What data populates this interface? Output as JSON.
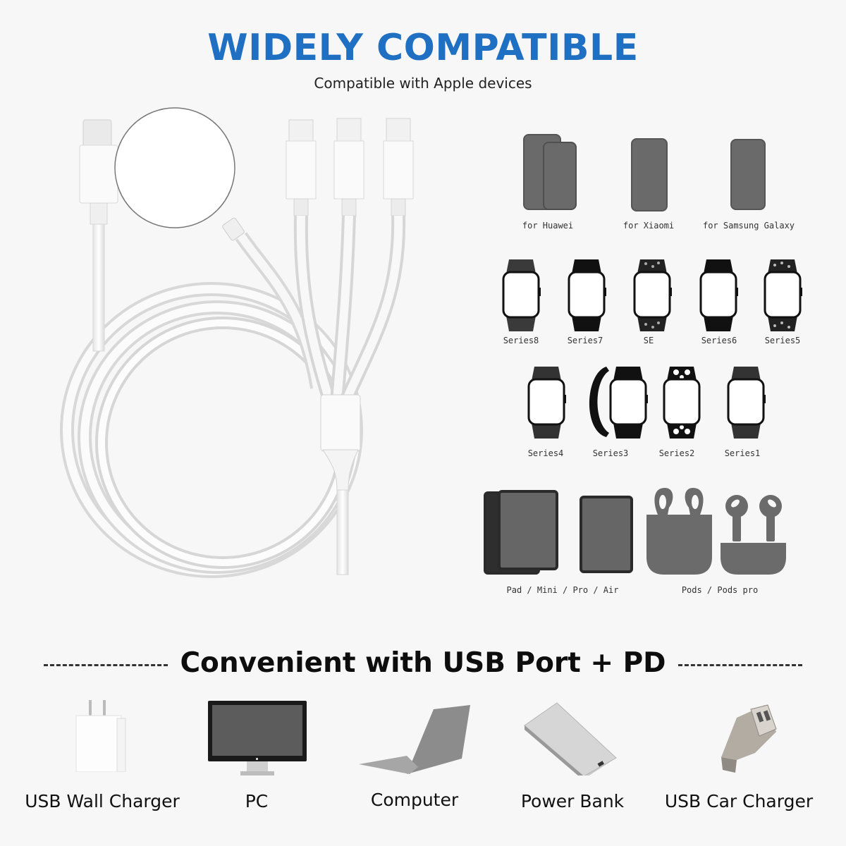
{
  "header": {
    "title": "WIDELY COMPATIBLE",
    "subtitle": "Compatible with Apple devices",
    "title_color": "#1f6fc2"
  },
  "product": {
    "name": "3-in-1 charging cable",
    "connectors": [
      "usb-c-input",
      "magnetic-watch-charger",
      "usb-c-output",
      "usb-c-output",
      "usb-c-output"
    ]
  },
  "compatible_devices": {
    "phones": [
      {
        "label": "for Huawei",
        "icon": "phone-pair-icon"
      },
      {
        "label": "for Xiaomi",
        "icon": "phone-icon"
      },
      {
        "label": "for Samsung Galaxy",
        "icon": "phone-icon"
      }
    ],
    "watches_row1": [
      {
        "label": "Series8",
        "icon": "watch-icon"
      },
      {
        "label": "Series7",
        "icon": "watch-icon"
      },
      {
        "label": "SE",
        "icon": "watch-patterned-icon"
      },
      {
        "label": "Series6",
        "icon": "watch-icon"
      },
      {
        "label": "Series5",
        "icon": "watch-patterned-icon"
      }
    ],
    "watches_row2": [
      {
        "label": "Series4",
        "icon": "watch-icon"
      },
      {
        "label": "Series3",
        "icon": "watch-loop-icon"
      },
      {
        "label": "Series2",
        "icon": "watch-sport-icon"
      },
      {
        "label": "Series1",
        "icon": "watch-icon"
      }
    ],
    "tablets": {
      "label": "Pad / Mini / Pro / Air",
      "icon": "tablet-icon"
    },
    "earbuds": {
      "label": "Pods / Pods pro",
      "icon": "earbuds-icon"
    }
  },
  "ports_section": {
    "heading": "Convenient with USB Port + PD",
    "items": [
      {
        "label": "USB Wall Charger",
        "icon": "wall-charger-icon"
      },
      {
        "label": "PC",
        "icon": "monitor-icon"
      },
      {
        "label": "Computer",
        "icon": "laptop-icon"
      },
      {
        "label": "Power Bank",
        "icon": "power-bank-icon"
      },
      {
        "label": "USB Car Charger",
        "icon": "car-charger-icon"
      }
    ]
  }
}
